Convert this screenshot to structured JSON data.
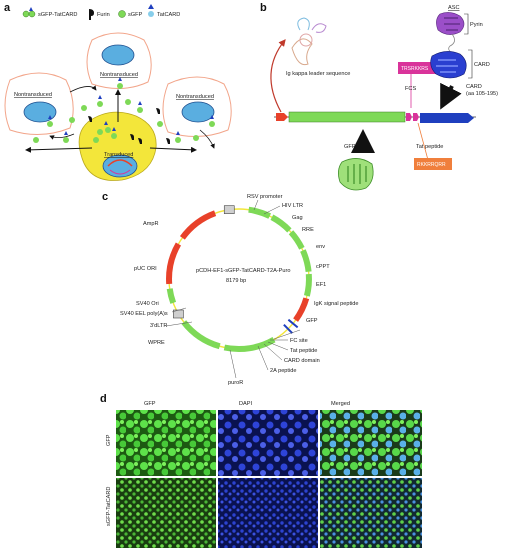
{
  "panels": {
    "a": {
      "letter": "a",
      "legend": {
        "sgfp_tatcard": "sGFP-TatCARD",
        "furin": "Furin",
        "sgfp": "sGFP",
        "tatcard": "TatCARD"
      },
      "cells": {
        "nontransduced": "Nontransduced",
        "transduced": "Transduced"
      }
    },
    "b": {
      "letter": "b",
      "ig_kappa": "Ig kappa leader sequence",
      "gfp": "GFP",
      "fcs": "FCS",
      "trsrkkrs": "TRSRKKRS",
      "asc": "ASC",
      "pyrin": "Pyrin",
      "card": "CARD",
      "card_range": "CARD",
      "card_range2": "(aa 105-195)",
      "tat_peptide": "Tat peptide",
      "tat_seq": "RKKRRQRR"
    },
    "c": {
      "letter": "c",
      "plasmid_name": "pCDH-EF1-sGFP-TatCARD-T2A-Puro",
      "plasmid_size": "8179 bp",
      "features": {
        "rsv": "RSV promoter",
        "hiv_ltr": "HIV LTR",
        "gag": "Gag",
        "rre": "RRE",
        "env": "env",
        "cppt": "cPPT",
        "ef1": "EF1",
        "igk": "IgK signal peptide",
        "gfp": "GFP",
        "fc": "FC site",
        "tat": "Tat peptide",
        "card": "CARD domain",
        "t2a": "2A peptide",
        "puror": "puroR",
        "wpre": "WPRE",
        "ltr3": "3'dLTR",
        "sv40ees": "SV40 EEL poly(A)s",
        "sv40ori": "SV40 Ori",
        "puc": "pUC ORI",
        "ampr": "AmpR"
      }
    },
    "d": {
      "letter": "d",
      "col_gfp": "GFP",
      "col_dapi": "DAPI",
      "col_merged": "Merged",
      "row_gfp": "GFP",
      "row_sgfp": "sGFP-TatCARD"
    }
  },
  "colors": {
    "green": "#7ed957",
    "blue": "#1f3fbf",
    "red": "#e8412a",
    "orange": "#f07f3c",
    "magenta": "#d9339a",
    "cell_yellow": "#f3e63a",
    "cell_outline": "#f2a58a"
  }
}
